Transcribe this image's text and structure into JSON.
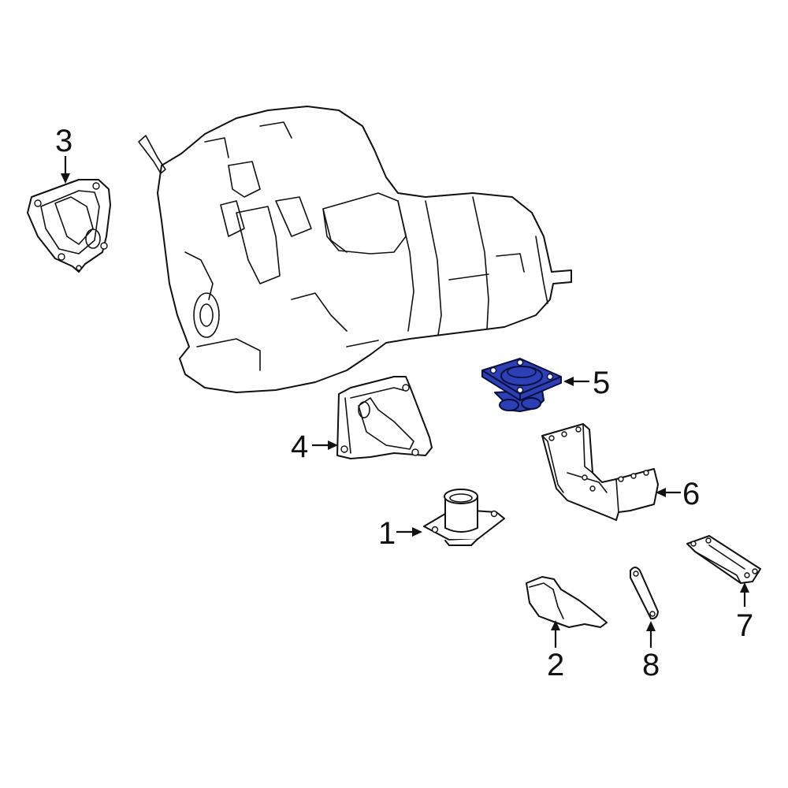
{
  "diagram": {
    "highlight_color": "#2d3fb4",
    "highlighted_part": "5",
    "callouts": [
      {
        "id": "c1",
        "label": "1"
      },
      {
        "id": "c2",
        "label": "2"
      },
      {
        "id": "c3",
        "label": "3"
      },
      {
        "id": "c4",
        "label": "4"
      },
      {
        "id": "c5",
        "label": "5"
      },
      {
        "id": "c6",
        "label": "6"
      },
      {
        "id": "c7",
        "label": "7"
      },
      {
        "id": "c8",
        "label": "8"
      }
    ]
  }
}
